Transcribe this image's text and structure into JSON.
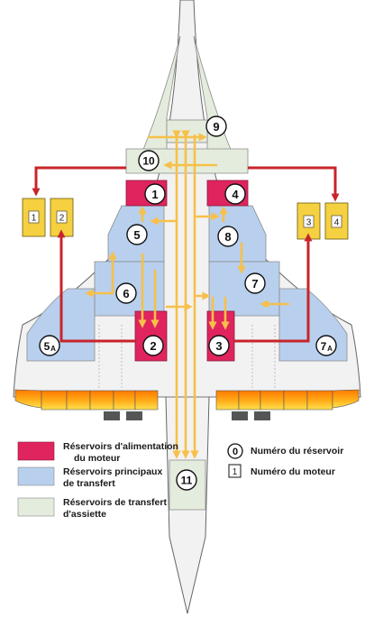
{
  "tanks": {
    "t1": {
      "label": "1"
    },
    "t2": {
      "label": "2"
    },
    "t3": {
      "label": "3"
    },
    "t4": {
      "label": "4"
    },
    "t5": {
      "label": "5"
    },
    "t5a": {
      "label": "5",
      "sub": "A"
    },
    "t6": {
      "label": "6"
    },
    "t7": {
      "label": "7"
    },
    "t7a": {
      "label": "7",
      "sub": "A"
    },
    "t8": {
      "label": "8"
    },
    "t9": {
      "label": "9"
    },
    "t10": {
      "label": "10"
    },
    "t11": {
      "label": "11"
    }
  },
  "engines": {
    "e1": {
      "label": "1"
    },
    "e2": {
      "label": "2"
    },
    "e3": {
      "label": "3"
    },
    "e4": {
      "label": "4"
    }
  },
  "legend": {
    "feed": {
      "line1": "Réservoirs d'alimentation",
      "line2": "du moteur",
      "color": "#e0245e"
    },
    "main": {
      "line1": "Réservoirs principaux",
      "line2": "de transfert",
      "color": "#b8d0ee"
    },
    "trim": {
      "line1": "Réservoirs de transfert",
      "line2": "d'assiette",
      "color": "#e4ecdd"
    },
    "tank_number": {
      "symbol": "0",
      "text": "Numéro du réservoir"
    },
    "engine_number": {
      "symbol": "1",
      "text": "Numéro du moteur"
    }
  },
  "colors": {
    "feed": "#e0245e",
    "main": "#b8d0ee",
    "trim": "#e4ecdd",
    "arrow_transfer": "#f7c04a",
    "arrow_feed": "#c8242b",
    "engine": "#f5d041",
    "body": "#f2f2f2"
  }
}
